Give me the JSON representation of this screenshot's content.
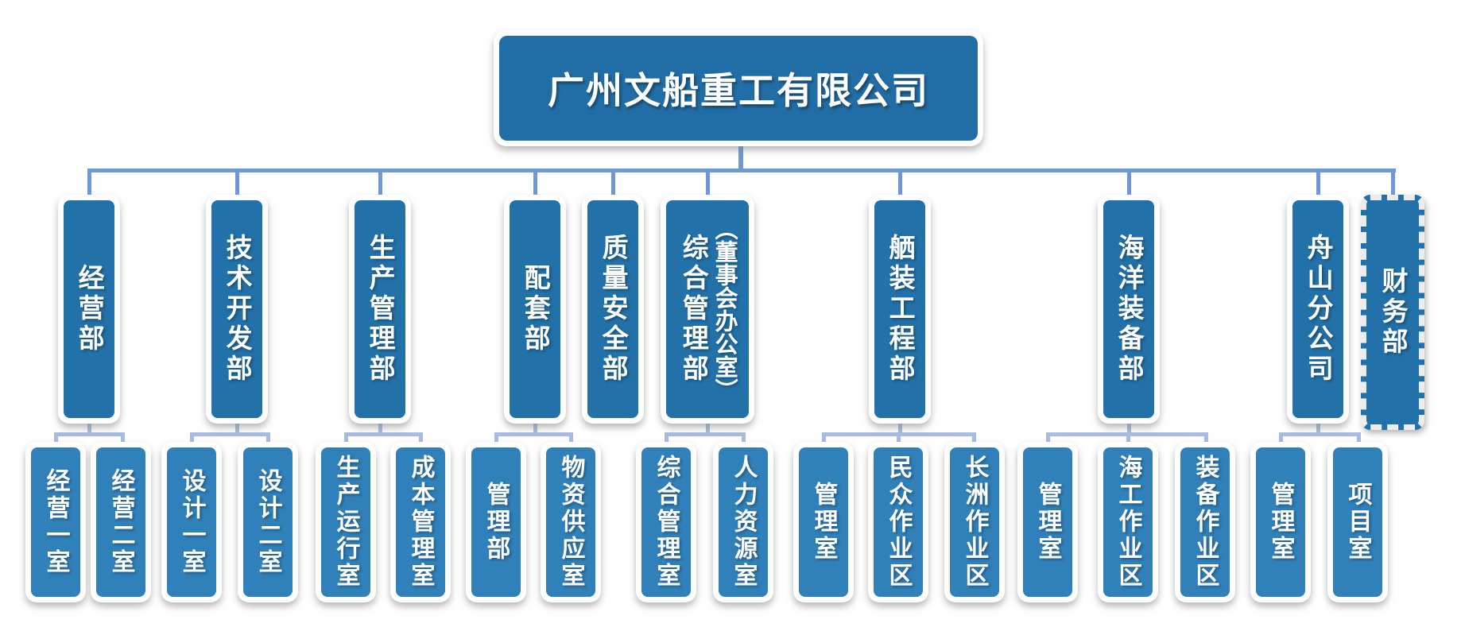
{
  "org": {
    "root": {
      "label": "广州文船重工有限公司"
    },
    "departments": [
      {
        "label": "经营部",
        "children": [
          "经营一室",
          "经营二室"
        ]
      },
      {
        "label": "技术开发部",
        "children": [
          "设计一室",
          "设计二室"
        ]
      },
      {
        "label": "生产管理部",
        "children": [
          "生产运行室",
          "成本管理室"
        ]
      },
      {
        "label": "配套部",
        "children": [
          "管理部",
          "物资供应室"
        ]
      },
      {
        "label": "质量安全部",
        "children": []
      },
      {
        "label": "综合管理部",
        "sublabel": "（董事会办公室）",
        "children": [
          "综合管理室",
          "人力资源室"
        ]
      },
      {
        "label": "舾装工程部",
        "children": [
          "管理室",
          "民众作业区",
          "长洲作业区"
        ]
      },
      {
        "label": "海洋装备部",
        "children": [
          "管理室",
          "海工作业区",
          "装备作业区"
        ]
      },
      {
        "label": "舟山分公司",
        "children": [
          "管理室",
          "项目室"
        ]
      },
      {
        "label": "财务部",
        "children": [],
        "border_style": "dashed"
      }
    ],
    "colors": {
      "box_blue_level2": "#2271a8",
      "box_blue_level3": "#3080ba",
      "root_blue": "#216da5",
      "connector_main": "#6d9ad3",
      "connector_bracket": "#a6bce0",
      "card_white": "#ffffff"
    }
  }
}
